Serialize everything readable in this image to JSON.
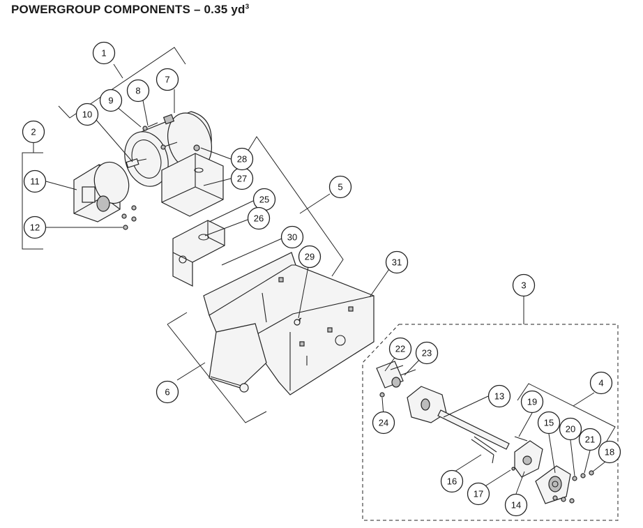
{
  "title": {
    "text": "POWERGROUP COMPONENTS – 0.35 yd",
    "superscript": "3"
  },
  "callouts": [
    {
      "id": "callout-1",
      "number": "1"
    },
    {
      "id": "callout-2",
      "number": "2"
    },
    {
      "id": "callout-3",
      "number": "3"
    },
    {
      "id": "callout-4",
      "number": "4"
    },
    {
      "id": "callout-5",
      "number": "5"
    },
    {
      "id": "callout-6",
      "number": "6"
    },
    {
      "id": "callout-7",
      "number": "7"
    },
    {
      "id": "callout-8",
      "number": "8"
    },
    {
      "id": "callout-9",
      "number": "9"
    },
    {
      "id": "callout-10",
      "number": "10"
    },
    {
      "id": "callout-11",
      "number": "11"
    },
    {
      "id": "callout-12",
      "number": "12"
    },
    {
      "id": "callout-13",
      "number": "13"
    },
    {
      "id": "callout-14",
      "number": "14"
    },
    {
      "id": "callout-15",
      "number": "15"
    },
    {
      "id": "callout-16",
      "number": "16"
    },
    {
      "id": "callout-17",
      "number": "17"
    },
    {
      "id": "callout-18",
      "number": "18"
    },
    {
      "id": "callout-19",
      "number": "19"
    },
    {
      "id": "callout-20",
      "number": "20"
    },
    {
      "id": "callout-21",
      "number": "21"
    },
    {
      "id": "callout-22",
      "number": "22"
    },
    {
      "id": "callout-23",
      "number": "23"
    },
    {
      "id": "callout-24",
      "number": "24"
    },
    {
      "id": "callout-25",
      "number": "25"
    },
    {
      "id": "callout-26",
      "number": "26"
    },
    {
      "id": "callout-27",
      "number": "27"
    },
    {
      "id": "callout-28",
      "number": "28"
    },
    {
      "id": "callout-29",
      "number": "29"
    },
    {
      "id": "callout-30",
      "number": "30"
    },
    {
      "id": "callout-31",
      "number": "31"
    }
  ]
}
